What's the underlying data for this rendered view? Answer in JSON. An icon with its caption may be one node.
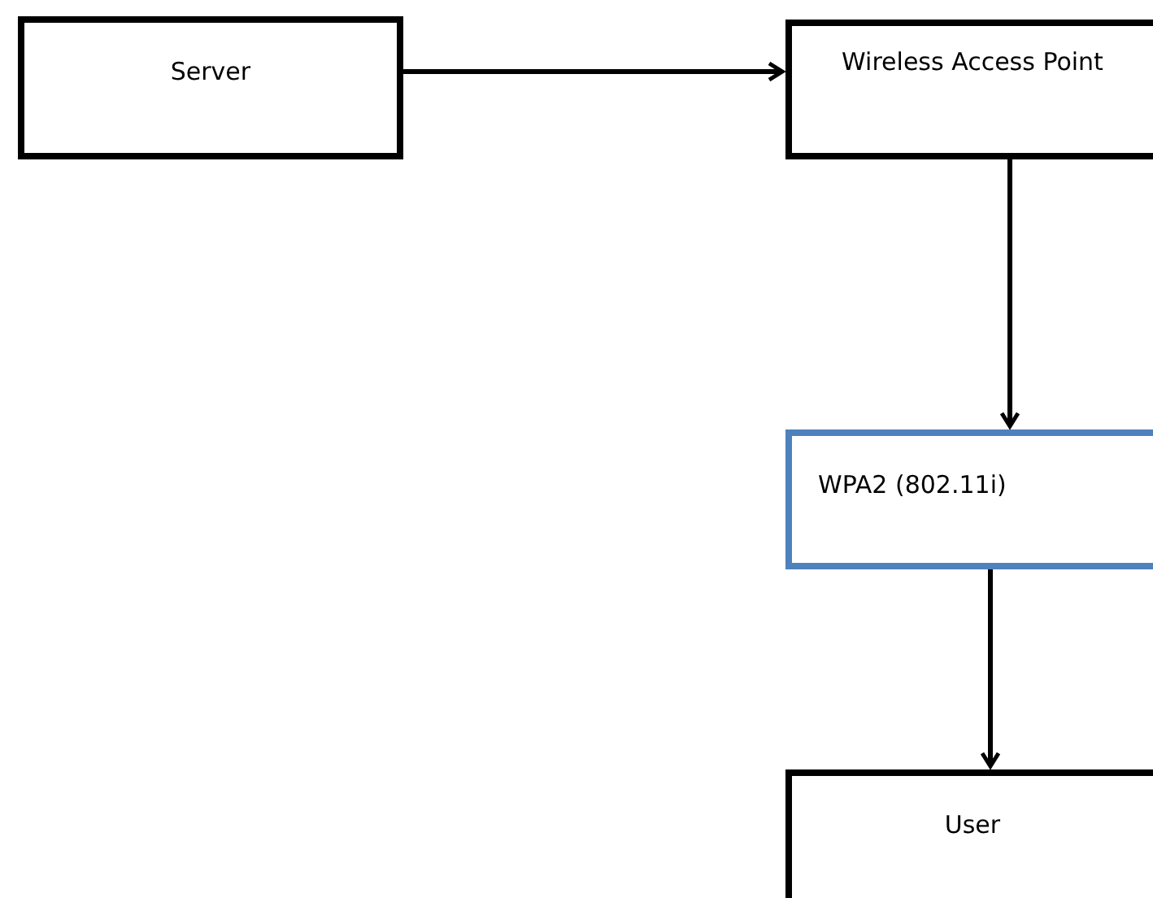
{
  "diagram": {
    "nodes": [
      {
        "text": [
          "Server"
        ]
      },
      {
        "text": [
          "Wireless Access Point"
        ]
      },
      {
        "text": [
          "WPA2 (802.11i)"
        ]
      },
      {
        "text": [
          "User"
        ]
      }
    ],
    "edges": [
      {
        "from": 0,
        "to": 1,
        "arrow": "to"
      },
      {
        "from": 1,
        "to": 2,
        "arrow": "to"
      },
      {
        "from": 2,
        "to": 3,
        "arrow": "to"
      }
    ]
  }
}
